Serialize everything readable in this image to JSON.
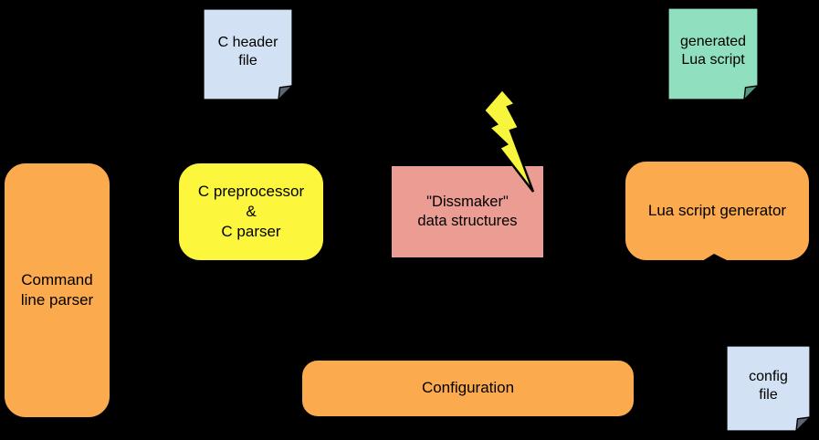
{
  "palette": {
    "background": "#000000",
    "process_orange": "#fbaa4d",
    "process_yellow": "#fcf63d",
    "data_pink": "#eb9d93",
    "file_blue": "#d2e1f3",
    "file_green": "#90e0bf",
    "bolt_yellow": "#f7f53c",
    "outline": "#000000"
  },
  "nodes": {
    "c_header_file": {
      "label": "C header\nfile"
    },
    "generated_lua_script": {
      "label": "generated\nLua script"
    },
    "command_line_parser": {
      "label": "Command\nline parser"
    },
    "c_preprocessor_and_parser": {
      "label": "C preprocessor\n&\nC parser"
    },
    "dissmaker_data_structures": {
      "label": "\"Dissmaker\"\ndata structures"
    },
    "lua_script_generator": {
      "label": "Lua script generator"
    },
    "configuration": {
      "label": "Configuration"
    },
    "config_file": {
      "label": "config\nfile"
    }
  }
}
